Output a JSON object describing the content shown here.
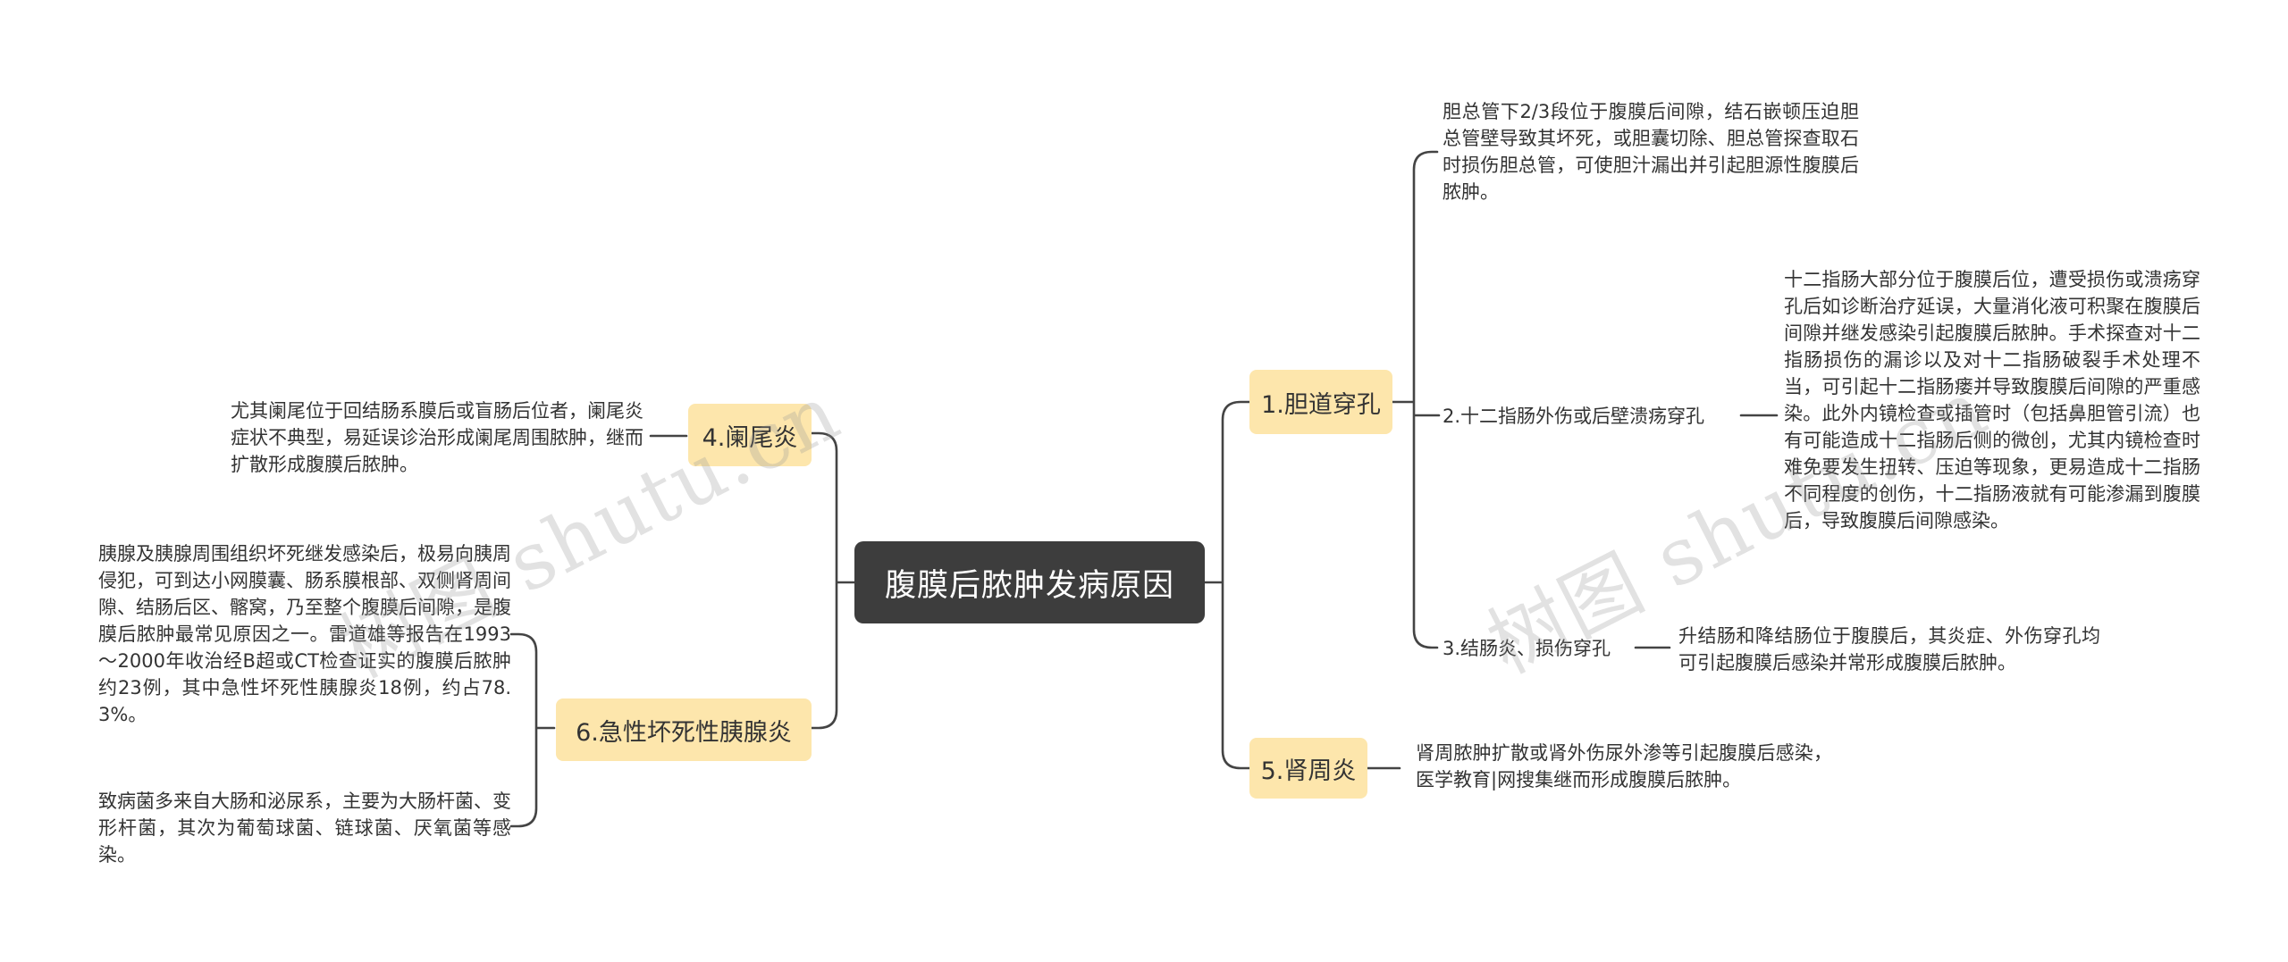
{
  "root": {
    "title": "腹膜后脓肿发病原因"
  },
  "right": {
    "t1": {
      "label": "1.胆道穿孔",
      "notes": {
        "n1": "胆总管下2/3段位于腹膜后间隙，结石嵌顿压迫胆总管壁导致其坏死，或胆囊切除、胆总管探查取石时损伤胆总管，可使胆汁漏出并引起胆源性腹膜后脓肿。"
      },
      "subs": {
        "s2": {
          "label": "2.十二指肠外伤或后壁溃疡穿孔",
          "note": "十二指肠大部分位于腹膜后位，遭受损伤或溃疡穿孔后如诊断治疗延误，大量消化液可积聚在腹膜后间隙并继发感染引起腹膜后脓肿。手术探查对十二指肠损伤的漏诊以及对十二指肠破裂手术处理不当，可引起十二指肠瘘并导致腹膜后间隙的严重感染。此外内镜检查或插管时（包括鼻胆管引流）也有可能造成十二指肠后侧的微创，尤其内镜检查时难免要发生扭转、压迫等现象，更易造成十二指肠不同程度的创伤，十二指肠液就有可能渗漏到腹膜后，导致腹膜后间隙感染。"
        },
        "s3": {
          "label": "3.结肠炎、损伤穿孔",
          "note": "升结肠和降结肠位于腹膜后，其炎症、外伤穿孔均可引起腹膜后感染并常形成腹膜后脓肿。"
        }
      }
    },
    "t5": {
      "label": "5.肾周炎",
      "note": "肾周脓肿扩散或肾外伤尿外渗等引起腹膜后感染，医学教育|网搜集继而形成腹膜后脓肿。"
    }
  },
  "left": {
    "t4": {
      "label": "4.阑尾炎",
      "note": "尤其阑尾位于回结肠系膜后或盲肠后位者，阑尾炎症状不典型，易延误诊治形成阑尾周围脓肿，继而扩散形成腹膜后脓肿。"
    },
    "t6": {
      "label": "6.急性坏死性胰腺炎",
      "notes": {
        "a": "胰腺及胰腺周围组织坏死继发感染后，极易向胰周侵犯，可到达小网膜囊、肠系膜根部、双侧肾周间隙、结肠后区、髂窝，乃至整个腹膜后间隙，是腹膜后脓肿最常见原因之一。雷道雄等报告在1993～2000年收治经B超或CT检查证实的腹膜后脓肿约23例，其中急性坏死性胰腺炎18例，约占78.3%。",
        "b": "致病菌多来自大肠和泌尿系，主要为大肠杆菌、变形杆菌，其次为葡萄球菌、链球菌、厌氧菌等感染。"
      }
    }
  },
  "watermarks": {
    "w1": "树图 shutu.cn",
    "w2": "树图 shutu.cn"
  },
  "colors": {
    "root_bg": "#3d3d3d",
    "topic_bg": "#fde6ac",
    "line": "#444444"
  }
}
